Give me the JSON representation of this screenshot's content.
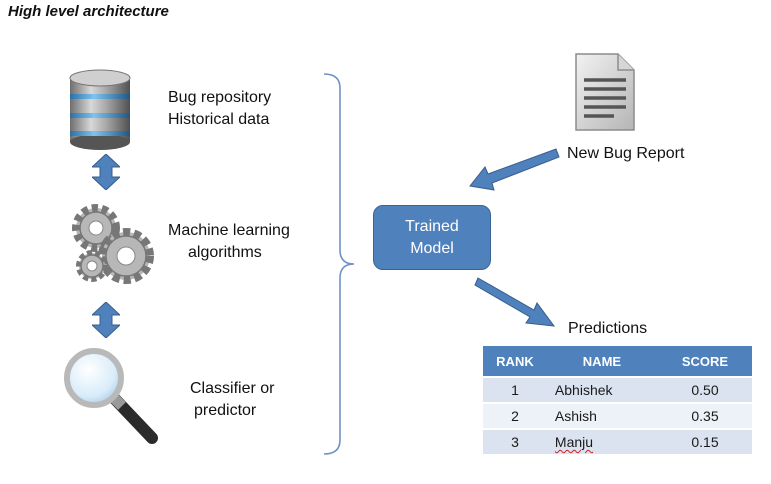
{
  "title": "High level architecture",
  "left_column": {
    "repository_label": [
      "Bug repository",
      "Historical data"
    ],
    "algorithms_label": [
      "Machine learning",
      "algorithms"
    ],
    "classifier_label": [
      "Classifier or",
      "predictor"
    ]
  },
  "new_bug_report_label": "New Bug Report",
  "model_label": [
    "Trained",
    "Model"
  ],
  "predictions": {
    "heading": "Predictions",
    "columns": [
      "RANK",
      "NAME",
      "SCORE"
    ],
    "rows": [
      {
        "rank": "1",
        "name": "Abhishek",
        "score": "0.50"
      },
      {
        "rank": "2",
        "name": "Ashish",
        "score": "0.35"
      },
      {
        "rank": "3",
        "name": "Manju",
        "score": "0.15"
      }
    ]
  },
  "colors": {
    "accent": "#4f81bd",
    "table_row_odd": "#dbe3f1",
    "table_row_even": "#edf1f8"
  },
  "icons": [
    "database-icon",
    "gears-icon",
    "magnifier-icon",
    "document-icon",
    "double-arrow-icon",
    "arrow-icon",
    "brace-icon"
  ]
}
